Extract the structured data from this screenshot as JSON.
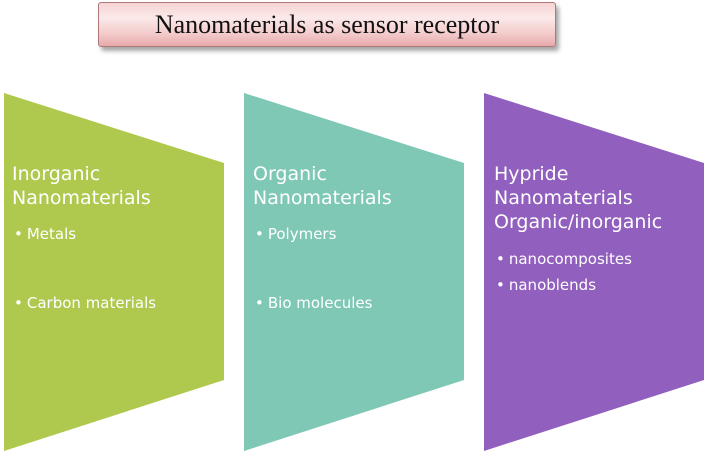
{
  "title": "Nanomaterials as sensor receptor",
  "colors": {
    "title_bg": "#f4cccc",
    "panel_inorganic": "#afc94f",
    "panel_organic": "#7fc8b5",
    "panel_hybrid": "#915fbd",
    "panel_text": "#ffffff"
  },
  "panels": [
    {
      "heading_lines": [
        "Inorganic",
        "Nanomaterials"
      ],
      "items": [
        "Metals",
        "Carbon materials"
      ]
    },
    {
      "heading_lines": [
        "Organic",
        "Nanomaterials"
      ],
      "items": [
        "Polymers",
        "Bio molecules"
      ]
    },
    {
      "heading_lines": [
        "Hypride",
        "Nanomaterials",
        "Organic/inorganic"
      ],
      "items": [
        "nanocomposites",
        "nanoblends"
      ]
    }
  ]
}
